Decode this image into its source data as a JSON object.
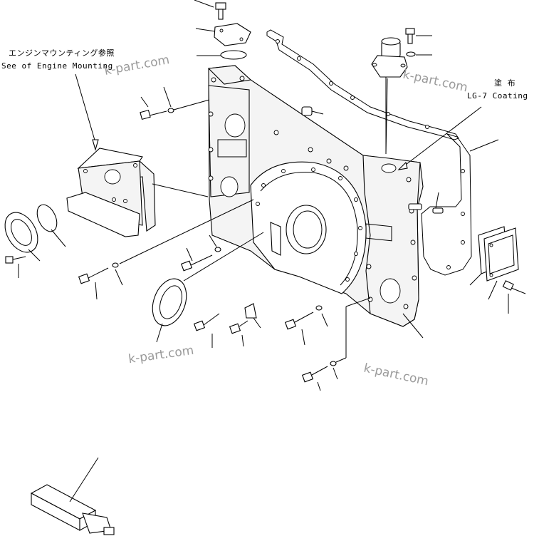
{
  "labels": {
    "engine_mounting_jp": "エンジンマウンティング参照",
    "engine_mounting_en": "See of Engine Mounting",
    "coating_jp": "塗 布",
    "coating_en": "LG-7 Coating"
  },
  "watermarks": [
    "k-part.com",
    "k-part.com",
    "k-part.com",
    "k-part.com"
  ]
}
